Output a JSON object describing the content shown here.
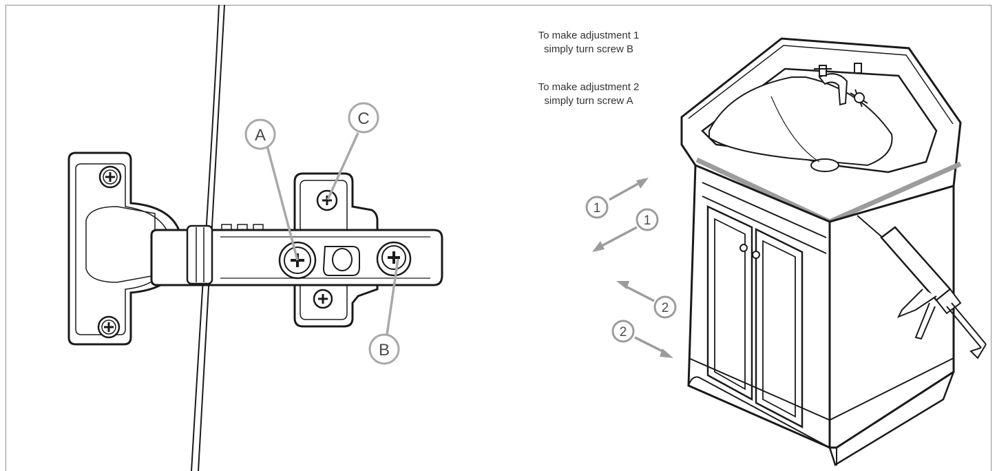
{
  "left_panel": {
    "callouts": [
      {
        "label": "A"
      },
      {
        "label": "C"
      },
      {
        "label": "B"
      }
    ]
  },
  "right_panel": {
    "instructions": [
      {
        "line1": "To make adjustment 1",
        "line2": "simply turn screw B"
      },
      {
        "line1": "To make adjustment 2",
        "line2": "simply turn screw A"
      }
    ],
    "arrow_markers": [
      {
        "label": "1"
      },
      {
        "label": "1"
      },
      {
        "label": "2"
      },
      {
        "label": "2"
      }
    ]
  },
  "colors": {
    "callout_grey": "#a9a9a9",
    "line": "#1a1a1a",
    "panel_border": "#8d8d8d",
    "seal_grey": "#9c9c9c"
  },
  "icons": [
    "hinge-illustration",
    "vanity-unit-illustration",
    "silicone-gun-icon",
    "screw-icon"
  ]
}
